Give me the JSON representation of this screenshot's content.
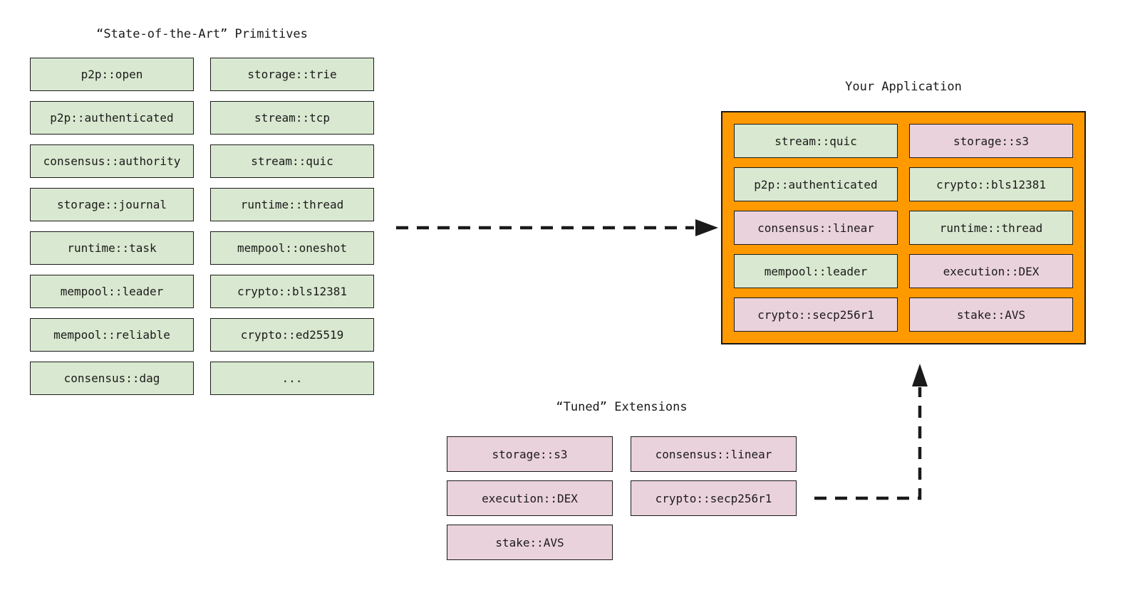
{
  "colors": {
    "green": "#d9e8d0",
    "pink": "#ead2dc",
    "orange": "#ff9900",
    "ink": "#1a1a1a",
    "canvas": "#ffffff"
  },
  "primitives": {
    "title": "“State-of-the-Art” Primitives",
    "col1": [
      "p2p::open",
      "p2p::authenticated",
      "consensus::authority",
      "storage::journal",
      "runtime::task",
      "mempool::leader",
      "mempool::reliable",
      "consensus::dag"
    ],
    "col2": [
      "storage::trie",
      "stream::tcp",
      "stream::quic",
      "runtime::thread",
      "mempool::oneshot",
      "crypto::bls12381",
      "crypto::ed25519",
      "..."
    ]
  },
  "application": {
    "title": "Your Application",
    "col1": [
      {
        "label": "stream::quic",
        "variant": "green"
      },
      {
        "label": "p2p::authenticated",
        "variant": "green"
      },
      {
        "label": "consensus::linear",
        "variant": "pink"
      },
      {
        "label": "mempool::leader",
        "variant": "green"
      },
      {
        "label": "crypto::secp256r1",
        "variant": "pink"
      }
    ],
    "col2": [
      {
        "label": "storage::s3",
        "variant": "pink"
      },
      {
        "label": "crypto::bls12381",
        "variant": "green"
      },
      {
        "label": "runtime::thread",
        "variant": "green"
      },
      {
        "label": "execution::DEX",
        "variant": "pink"
      },
      {
        "label": "stake::AVS",
        "variant": "pink"
      }
    ]
  },
  "extensions": {
    "title": "“Tuned” Extensions",
    "col1": [
      "storage::s3",
      "execution::DEX",
      "stake::AVS"
    ],
    "col2": [
      "consensus::linear",
      "crypto::secp256r1"
    ]
  },
  "arrows": [
    {
      "name": "primitives-to-application",
      "style": "dashed",
      "direction": "right"
    },
    {
      "name": "extensions-to-application",
      "style": "dashed",
      "direction": "right-then-up"
    }
  ]
}
